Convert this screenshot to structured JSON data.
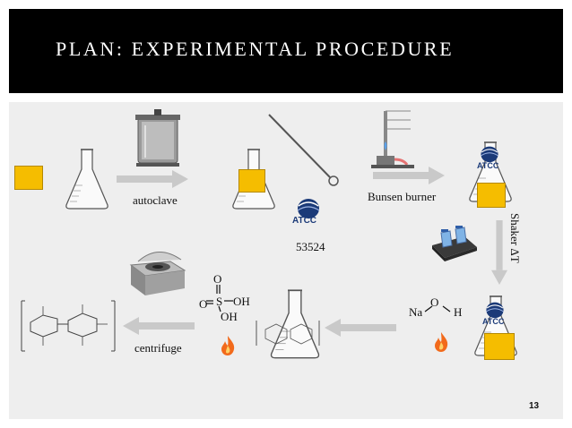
{
  "slide": {
    "title": "PLAN: EXPERIMENTAL PROCEDURE",
    "page_number": "13"
  },
  "labels": {
    "autoclave": "autoclave",
    "bunsen": "Bunsen burner",
    "strain": "53524",
    "shaker": "Shaker ΔT",
    "centrifuge": "centrifuge",
    "atcc": "ATCC",
    "na": "Na",
    "o": "O",
    "h": "H",
    "oh": "OH",
    "s": "S"
  },
  "colors": {
    "accent_box": "#f5bd00",
    "arrow": "#c9c9c9",
    "flame": "#f26a1b",
    "atcc_blue": "#1b3a78"
  },
  "icons": [
    "erlenmeyer-flask-icon",
    "autoclave-icon",
    "inoculation-loop-icon",
    "bunsen-burner-icon",
    "shaker-icon",
    "centrifuge-icon",
    "flame-icon",
    "atcc-logo-icon",
    "sulfuric-acid-icon",
    "cellulose-structure-icon"
  ]
}
